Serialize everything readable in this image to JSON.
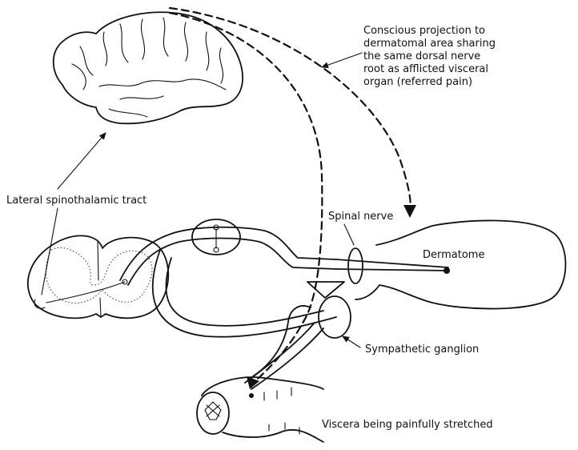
{
  "labels": {
    "conscious_projection": [
      "Conscious projection to",
      "dermatomal area sharing",
      "the same dorsal nerve",
      "root as afflicted visceral",
      "organ (referred pain)"
    ],
    "lateral_spinothalamic_tract": "Lateral spinothalamic tract",
    "spinal_nerve": "Spinal nerve",
    "dermatome": "Dermatome",
    "sympathetic_ganglion": "Sympathetic ganglion",
    "viscera": "Viscera being painfully stretched"
  },
  "colors": {
    "ink": "#111111",
    "background": "#ffffff"
  }
}
